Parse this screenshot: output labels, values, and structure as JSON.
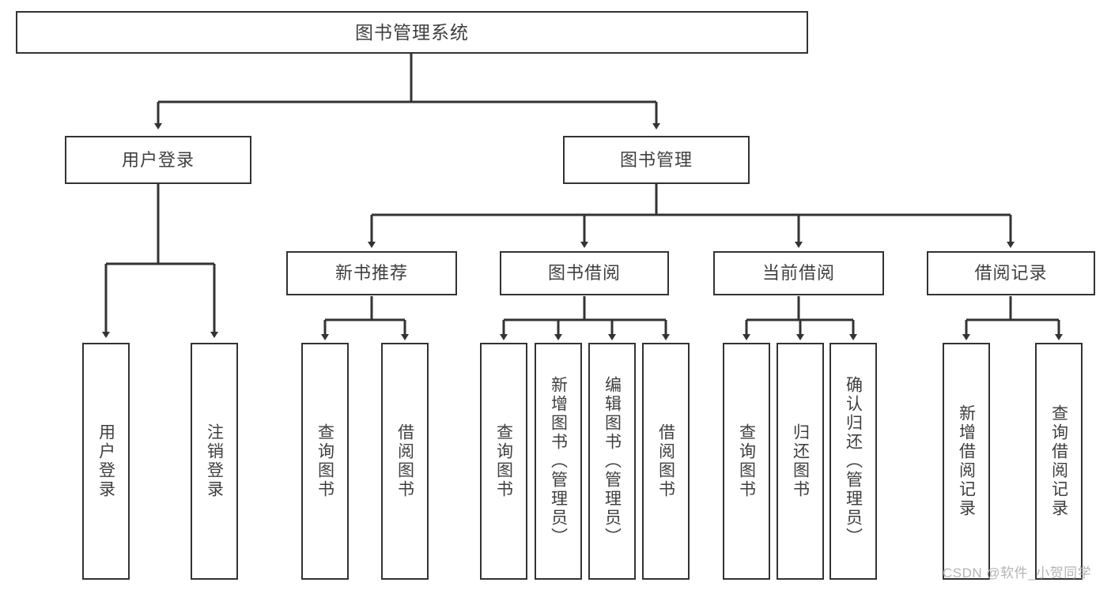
{
  "diagram": {
    "title": "图书管理系统",
    "type": "hierarchy-tree",
    "watermark": "CSDN @软件_小贺同学",
    "colors": {
      "box_border": "#333333",
      "box_fill": "#ffffff",
      "text": "#3f3f3f",
      "edge": "#333333",
      "watermark": "#b4b4b4"
    },
    "nodes": {
      "root": {
        "label": "图书管理系统"
      },
      "level1": [
        {
          "label": "用户登录"
        },
        {
          "label": "图书管理"
        }
      ],
      "level2": [
        {
          "label": "新书推荐"
        },
        {
          "label": "图书借阅"
        },
        {
          "label": "当前借阅"
        },
        {
          "label": "借阅记录"
        }
      ],
      "leaves": {
        "user_login": [
          {
            "label": "用户登录"
          },
          {
            "label": "注销登录"
          }
        ],
        "new_book_recommend": [
          {
            "label": "查询图书"
          },
          {
            "label": "借阅图书"
          }
        ],
        "book_borrow": [
          {
            "label": "查询图书"
          },
          {
            "label": "新增图书（管理员）"
          },
          {
            "label": "编辑图书（管理员）"
          },
          {
            "label": "借阅图书"
          }
        ],
        "current_borrow": [
          {
            "label": "查询图书"
          },
          {
            "label": "归还图书"
          },
          {
            "label": "确认归还（管理员）"
          }
        ],
        "borrow_record": [
          {
            "label": "新增借阅记录"
          },
          {
            "label": "查询借阅记录"
          }
        ]
      }
    }
  }
}
